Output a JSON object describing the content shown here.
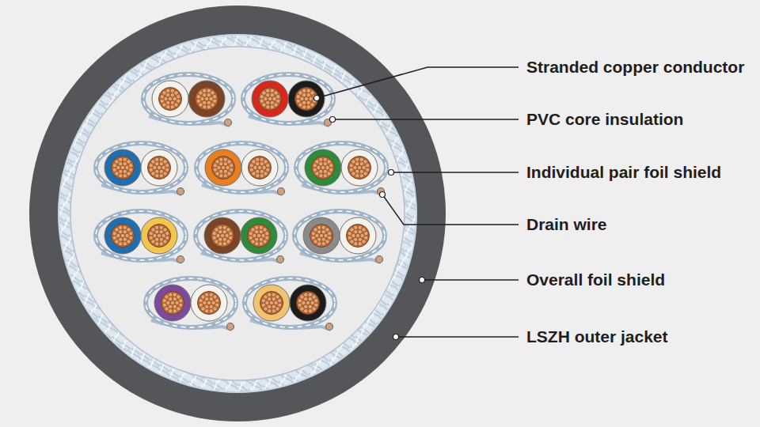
{
  "diagram": {
    "labels": [
      "Stranded copper conductor",
      "PVC core insulation",
      "Individual pair foil shield",
      "Drain wire",
      "Overall foil shield",
      "LSZH outer jacket"
    ]
  }
}
